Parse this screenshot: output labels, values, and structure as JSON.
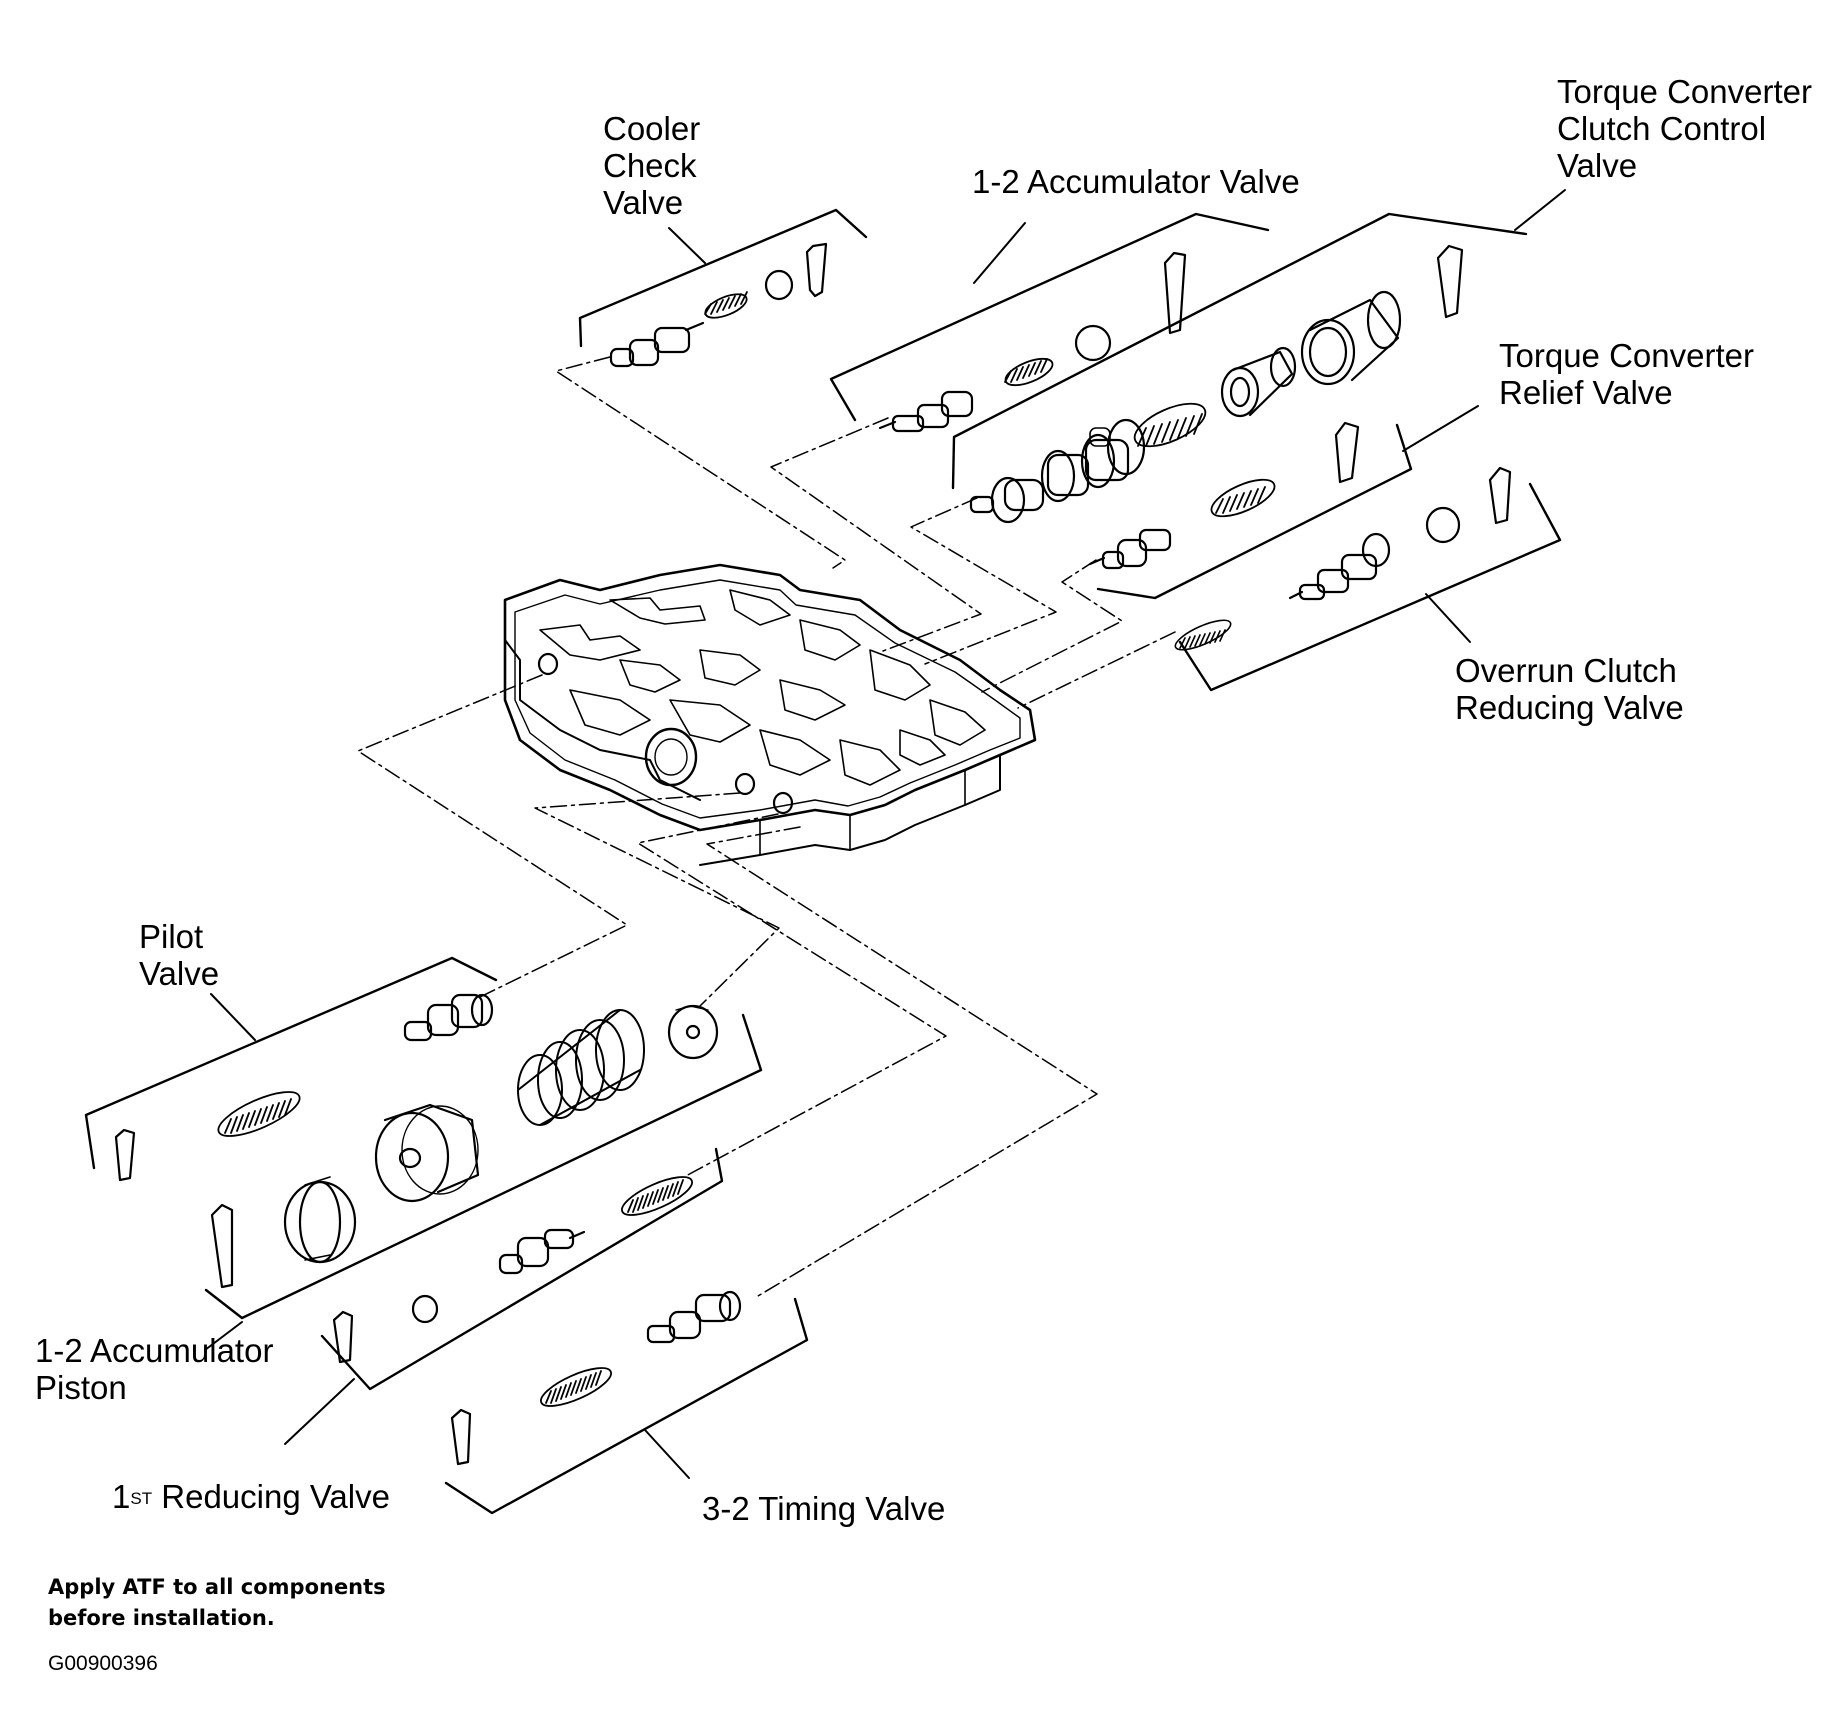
{
  "diagram": {
    "labels": {
      "cooler_check": [
        "Cooler",
        "Check",
        "Valve"
      ],
      "accumulator_valve": "1-2 Accumulator Valve",
      "tcc_control": [
        "Torque Converter",
        "Clutch Control",
        "Valve"
      ],
      "tc_relief": [
        "Torque Converter",
        "Relief Valve"
      ],
      "overrun_clutch": [
        "Overrun Clutch",
        "Reducing Valve"
      ],
      "pilot_valve": [
        "Pilot",
        "Valve"
      ],
      "accumulator_piston": [
        "1-2 Accumulator",
        "Piston"
      ],
      "first_reducing": {
        "main": "1",
        "sup": "ST",
        "rest": " Reducing Valve"
      },
      "timing_valve": "3-2 Timing Valve"
    },
    "note": [
      "Apply ATF to all components",
      "before installation."
    ],
    "figure_code": "G00900396"
  }
}
